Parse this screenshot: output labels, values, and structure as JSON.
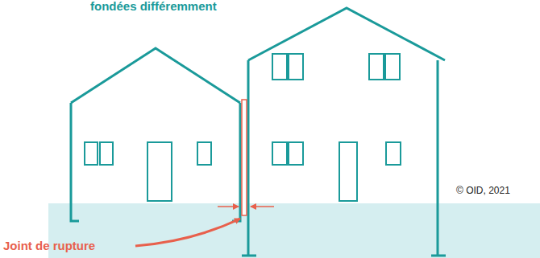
{
  "diagram": {
    "title": "fondées différemment",
    "labels": [
      "Joint de rupture",
      "© OID, 2021"
    ]
  }
}
